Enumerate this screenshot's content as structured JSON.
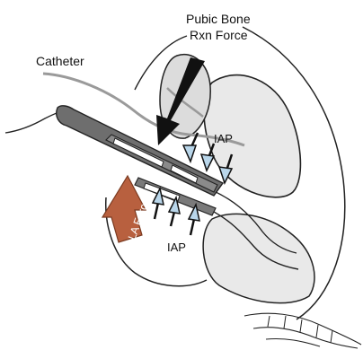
{
  "labels": {
    "catheter": "Catheter",
    "pubic_bone_line1": "Pubic Bone",
    "pubic_bone_line2": "Rxn Force",
    "iap_top": "IAP",
    "iap_bottom": "IAP",
    "la_force": "LA Force"
  },
  "colors": {
    "outline": "#222222",
    "bone_fill": "#dcdcdc",
    "tissue_fill": "#e9e9e9",
    "device_fill": "#6e6e6e",
    "la_force_fill": "#b8603f",
    "iap_arrow_fill": "#b9d6ea"
  }
}
